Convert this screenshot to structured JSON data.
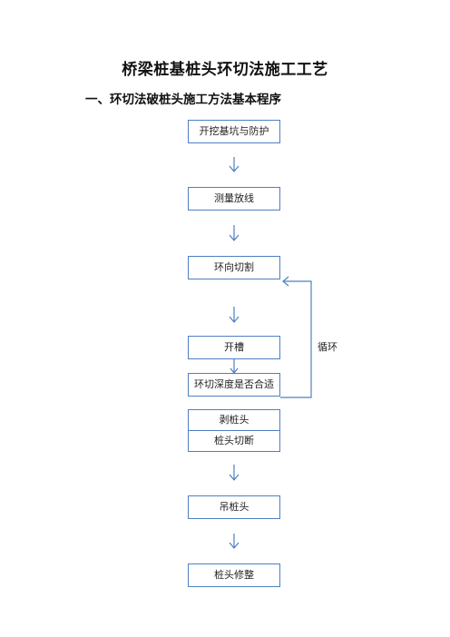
{
  "document": {
    "title": "桥梁桩基桩头环切法施工工艺",
    "section_heading": "一、环切法破桩头施工方法基本程序"
  },
  "flowchart": {
    "steps": [
      "开挖基坑与防护",
      "测量放线",
      "环向切割",
      "开槽",
      "环切深度是否合适",
      "剥桩头",
      "桩头切断",
      "吊桩头",
      "桩头修整"
    ],
    "loop_label": "循环",
    "line_color": "#4f7fc0"
  }
}
